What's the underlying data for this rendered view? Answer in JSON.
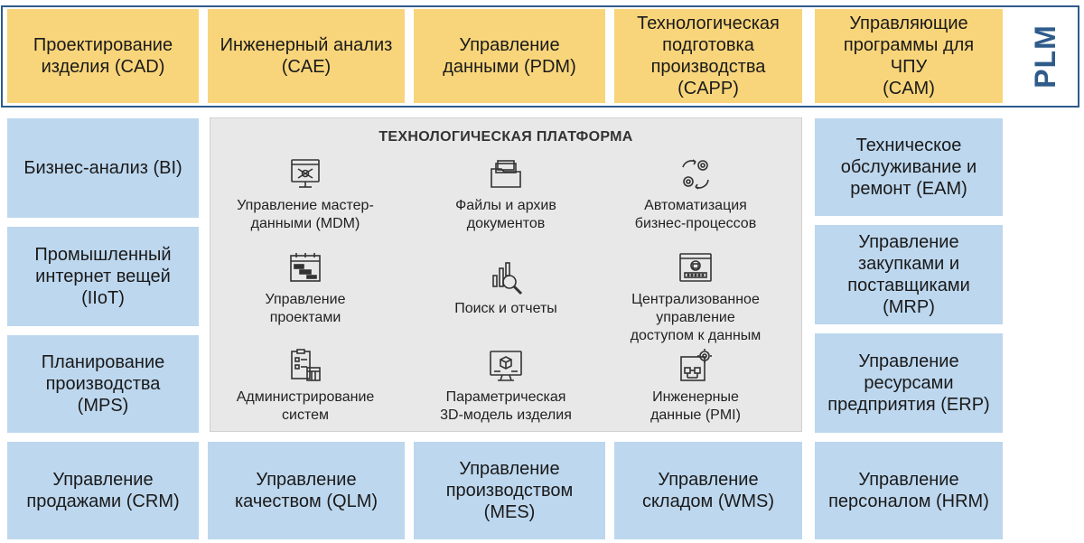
{
  "plm_label": "PLM",
  "top_row": [
    "Проектирование\nизделия (CAD)",
    "Инженерный анализ\n(CAE)",
    "Управление\nданными (PDM)",
    "Технологическая\nподготовка\nпроизводства\n(CAPP)",
    "Управляющие\nпрограммы для\nЧПУ\n(CAM)"
  ],
  "left_col": [
    "Бизнес-анализ (BI)",
    "Промышленный\nинтернет вещей\n(IIoT)",
    "Планирование\nпроизводства\n(MPS)"
  ],
  "right_col": [
    "Техническое\nобслуживание и\nремонт (EAM)",
    "Управление\nзакупками и\nпоставщиками\n(MRP)",
    "Управление\nресурсами\nпредприятия (ERP)"
  ],
  "bottom_row": [
    "Управление\nпродажами (CRM)",
    "Управление\nкачеством (QLM)",
    "Управление\nпроизводством\n(MES)",
    "Управление\nскладом (WMS)",
    "Управление\nперсоналом (HRM)"
  ],
  "platform": {
    "title": "ТЕХНОЛОГИЧЕСКАЯ ПЛАТФОРМА",
    "features": [
      {
        "label": "Управление мастер-\nданными (MDM)",
        "icon": "master-data-icon"
      },
      {
        "label": "Файлы и архив\nдокументов",
        "icon": "folder-archive-icon"
      },
      {
        "label": "Автоматизация\nбизнес-процессов",
        "icon": "process-automation-icon"
      },
      {
        "label": "Управление\nпроектами",
        "icon": "project-gantt-icon"
      },
      {
        "label": "Поиск и отчеты",
        "icon": "search-chart-icon"
      },
      {
        "label": "Централизованное\nуправление\nдоступом к данным",
        "icon": "access-control-icon"
      },
      {
        "label": "Администрирование\nсистем",
        "icon": "administration-icon"
      },
      {
        "label": "Параметрическая\n3D-модель изделия",
        "icon": "3d-model-icon"
      },
      {
        "label": "Инженерные\nданные (PMI)",
        "icon": "engineering-data-icon"
      }
    ]
  },
  "colors": {
    "yellow": "#f8d57a",
    "blue": "#bdd7ee",
    "plm_border": "#2e5b8a",
    "platform_bg": "#e8e8e8"
  }
}
